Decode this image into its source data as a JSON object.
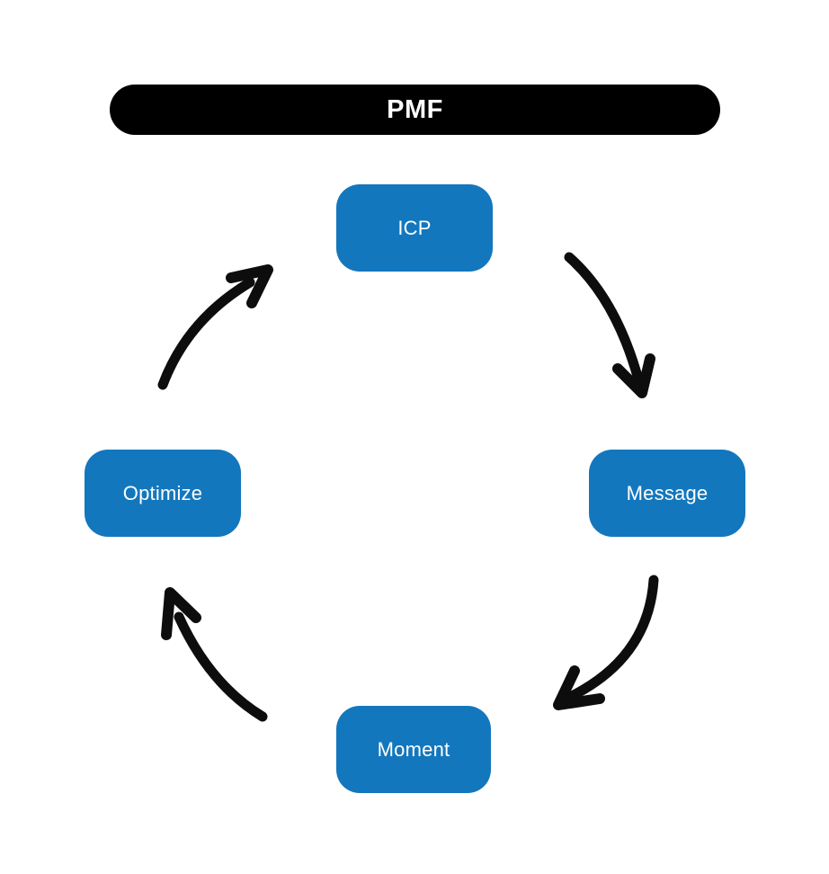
{
  "diagram": {
    "title": "PMF",
    "nodes": [
      {
        "id": "icp",
        "label": "ICP"
      },
      {
        "id": "message",
        "label": "Message"
      },
      {
        "id": "moment",
        "label": "Moment"
      },
      {
        "id": "optimize",
        "label": "Optimize"
      }
    ],
    "edges": [
      {
        "from": "ICP",
        "to": "Message"
      },
      {
        "from": "Message",
        "to": "Moment"
      },
      {
        "from": "Moment",
        "to": "Optimize"
      },
      {
        "from": "Optimize",
        "to": "ICP"
      }
    ],
    "colors": {
      "background": "#ffffff",
      "title_fill": "#000000",
      "title_text": "#ffffff",
      "node_fill": "#1377bd",
      "node_text": "#ffffff",
      "arrow": "#0d0d0d"
    }
  }
}
